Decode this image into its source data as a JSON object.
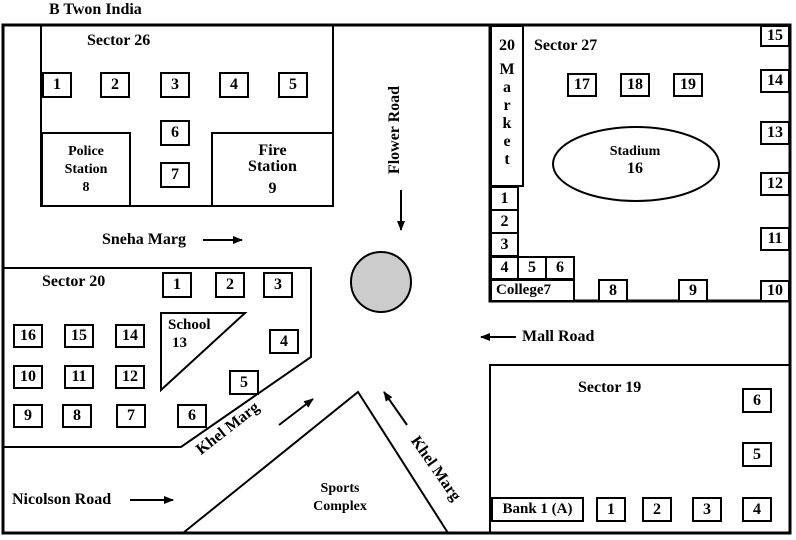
{
  "title": "B Twon India",
  "roads": {
    "flower_road": "Flower Road",
    "sneha_marg": "Sneha Marg",
    "mall_road": "Mall Road",
    "khel_marg_left": "Khel Marg",
    "khel_marg_right": "Khel Marg",
    "nicolson_road": "Nicolson Road"
  },
  "sector26": {
    "label": "Sector 26",
    "plots": [
      "1",
      "2",
      "3",
      "4",
      "5",
      "6",
      "7"
    ],
    "police_station": {
      "line1": "Police",
      "line2": "Station",
      "number": "8"
    },
    "fire_station": {
      "line1": "Fire",
      "line2": "Station",
      "number": "9"
    }
  },
  "sector27": {
    "label": "Sector 27",
    "market": {
      "number": "20",
      "letters": [
        "M",
        "a",
        "r",
        "k",
        "e",
        "t"
      ]
    },
    "top_plots": [
      "17",
      "18",
      "19"
    ],
    "stadium": {
      "name": "Stadium",
      "number": "16"
    },
    "right_plots": [
      "15",
      "14",
      "13",
      "12",
      "11",
      "10"
    ],
    "left_plots": [
      "1",
      "2",
      "3"
    ],
    "row_plots": [
      "4",
      "5",
      "6"
    ],
    "college": "College",
    "college_number": "7",
    "bottom_plots": [
      "8",
      "9"
    ]
  },
  "sector20": {
    "label": "Sector 20",
    "top_plots": [
      "1",
      "2",
      "3"
    ],
    "school": {
      "name": "School",
      "number": "13"
    },
    "plots_row1": [
      "16",
      "15",
      "14"
    ],
    "plots_row2": [
      "10",
      "11",
      "12"
    ],
    "plots_row3": [
      "9",
      "8",
      "7",
      "6"
    ],
    "plot4": "4",
    "plot5": "5"
  },
  "sports_complex": {
    "line1": "Sports",
    "line2": "Complex"
  },
  "sector19": {
    "label": "Sector 19",
    "bank": "Bank 1 (A)",
    "bottom_plots": [
      "1",
      "2",
      "3",
      "4"
    ],
    "right_plots": [
      "6",
      "5"
    ]
  },
  "colors": {
    "line": "#000000",
    "roundabout_fill": "#cccccc",
    "background": "#ffffff"
  }
}
